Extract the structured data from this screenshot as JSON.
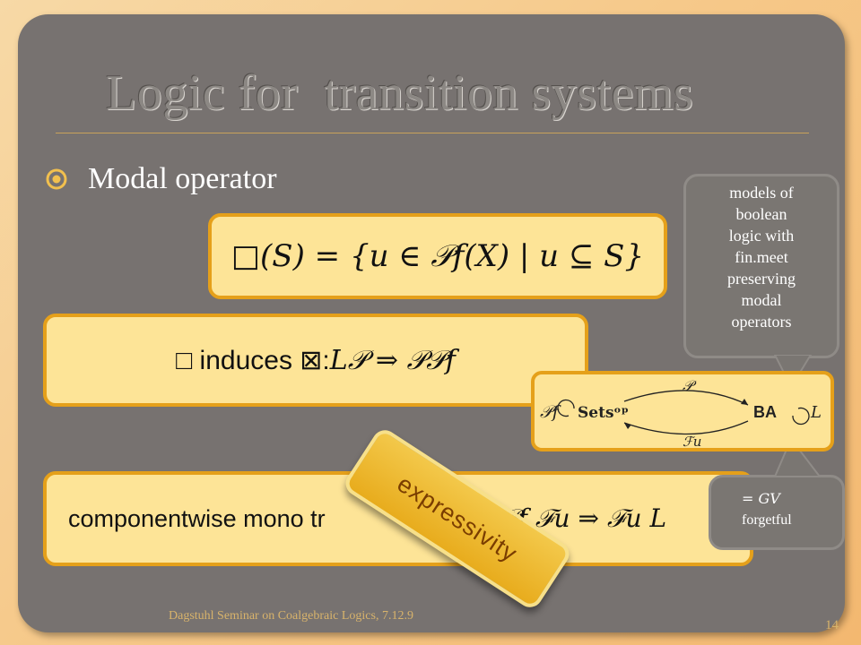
{
  "slide": {
    "title": "Logic for  transition systems",
    "bullet": "Modal operator",
    "box1": {
      "text": "□(S) = {u ∈ 𝒫f(X) | u ⊆ S}"
    },
    "box2": {
      "lead": "□ induces ⊠: ",
      "math": "L𝒫 ⇒ 𝒫𝒫f"
    },
    "box3": {
      "lead": "componentwise mono tr",
      "math": "□: 𝒫f ℱu ⇒ ℱu L"
    },
    "callout_top": [
      "models of",
      "boolean",
      "logic with",
      "fin.meet",
      "preserving",
      "modal",
      "operators"
    ],
    "callout_bottom": [
      "= GV",
      "forgetful"
    ],
    "diagram": {
      "left_label": "𝒫f",
      "sets": "Setsᵒᵖ",
      "top_arrow": "𝒫",
      "bottom_arrow": "ℱu",
      "ba": "BA",
      "right_label": "L"
    },
    "ribbon": "expressivity",
    "footer": "Dagstuhl Seminar on Coalgebraic Logics, 7.12.9",
    "page_number": "14"
  },
  "colors": {
    "panel": "#777270",
    "box_fill": "#fde497",
    "box_border": "#e5a01a",
    "background": "#f6c98a"
  }
}
